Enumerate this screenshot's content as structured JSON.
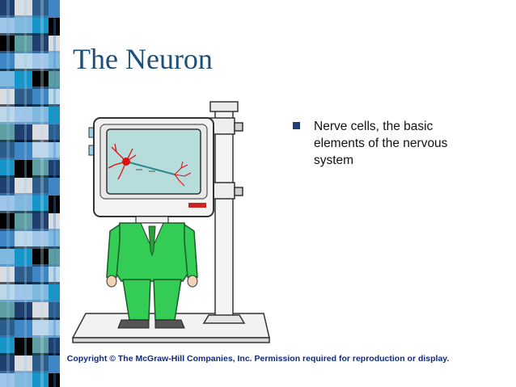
{
  "slide": {
    "title": "The Neuron",
    "bullets": [
      "Nerve cells, the basic elements of the nervous system"
    ],
    "copyright": "Copyright © The McGraw-Hill Companies, Inc. Permission required for reproduction or display."
  },
  "theme": {
    "title_color": "#1d4f7a",
    "bullet_color": "#1f3f6e",
    "copyright_color": "#102a78",
    "sidebar_palette": [
      "#1f3f6e",
      "#3f86c4",
      "#7fb9e0",
      "#5f9ea0",
      "#2b5c8a",
      "#9fc5e8",
      "#000000",
      "#d9dde2",
      "#bcd6ea",
      "#1596c8"
    ]
  },
  "illustration": {
    "subject": "man-with-monitor-head",
    "screen_content": "neuron-icon"
  }
}
